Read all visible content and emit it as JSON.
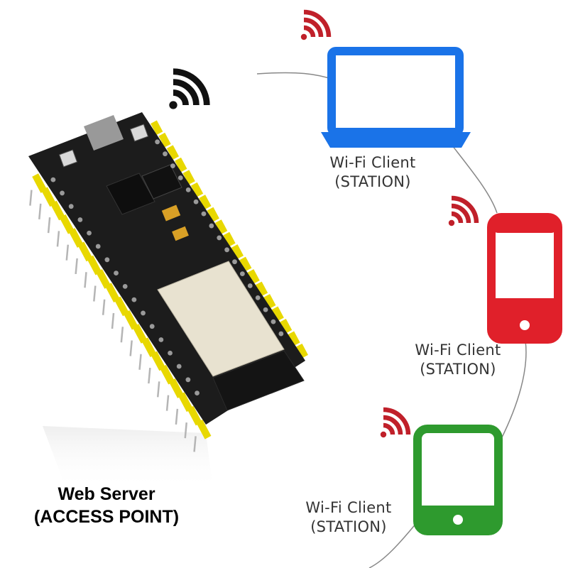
{
  "server": {
    "line1": "Web Server",
    "line2": "(ACCESS POINT)"
  },
  "clients": [
    {
      "device": "laptop",
      "line1": "Wi-Fi Client",
      "line2": "(STATION)",
      "color": "#1a73e8"
    },
    {
      "device": "phone",
      "line1": "Wi-Fi Client",
      "line2": "(STATION)",
      "color": "#e0202a"
    },
    {
      "device": "tablet",
      "line1": "Wi-Fi Client",
      "line2": "(STATION)",
      "color": "#2e9a2e"
    }
  ],
  "colors": {
    "wifi_server": "#111111",
    "wifi_client": "#c0202a",
    "board": "#1c1c1c",
    "pins": "#e8d800",
    "module": "#e8e2d0",
    "connector": "#999999"
  },
  "icons": [
    "wifi-icon",
    "laptop-icon",
    "smartphone-icon",
    "tablet-icon",
    "esp32-board"
  ]
}
